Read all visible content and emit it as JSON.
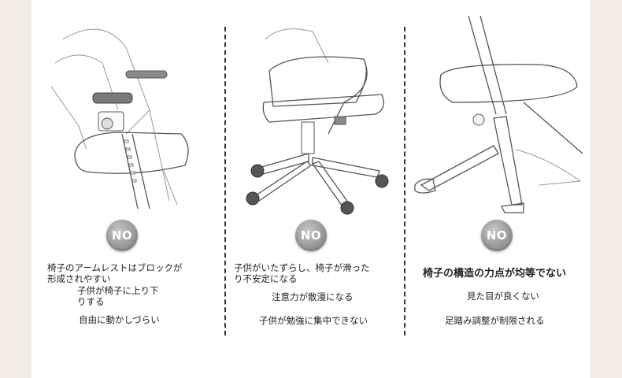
{
  "badge_label": "NO",
  "col1": {
    "line1": "椅子のアームレストはブロックが",
    "line2": "形成されやすい",
    "line3": "子供が椅子に上り下",
    "line4": "りする",
    "line5": "自由に動かしづらい"
  },
  "col2": {
    "line1": "子供がいたずらし、椅子が滑った",
    "line2": "り不安定になる",
    "line3": "注意力が散漫になる",
    "line4": "子供が勉強に集中できない"
  },
  "col3": {
    "title": "椅子の構造の力点が均等でない",
    "line1": "見た目が良くない",
    "line2": "足踏み調整が制限される"
  },
  "colors": {
    "background": "#f3ece2",
    "panel": "#ffffff",
    "badge": "#9a9a9a",
    "text": "#222222"
  }
}
